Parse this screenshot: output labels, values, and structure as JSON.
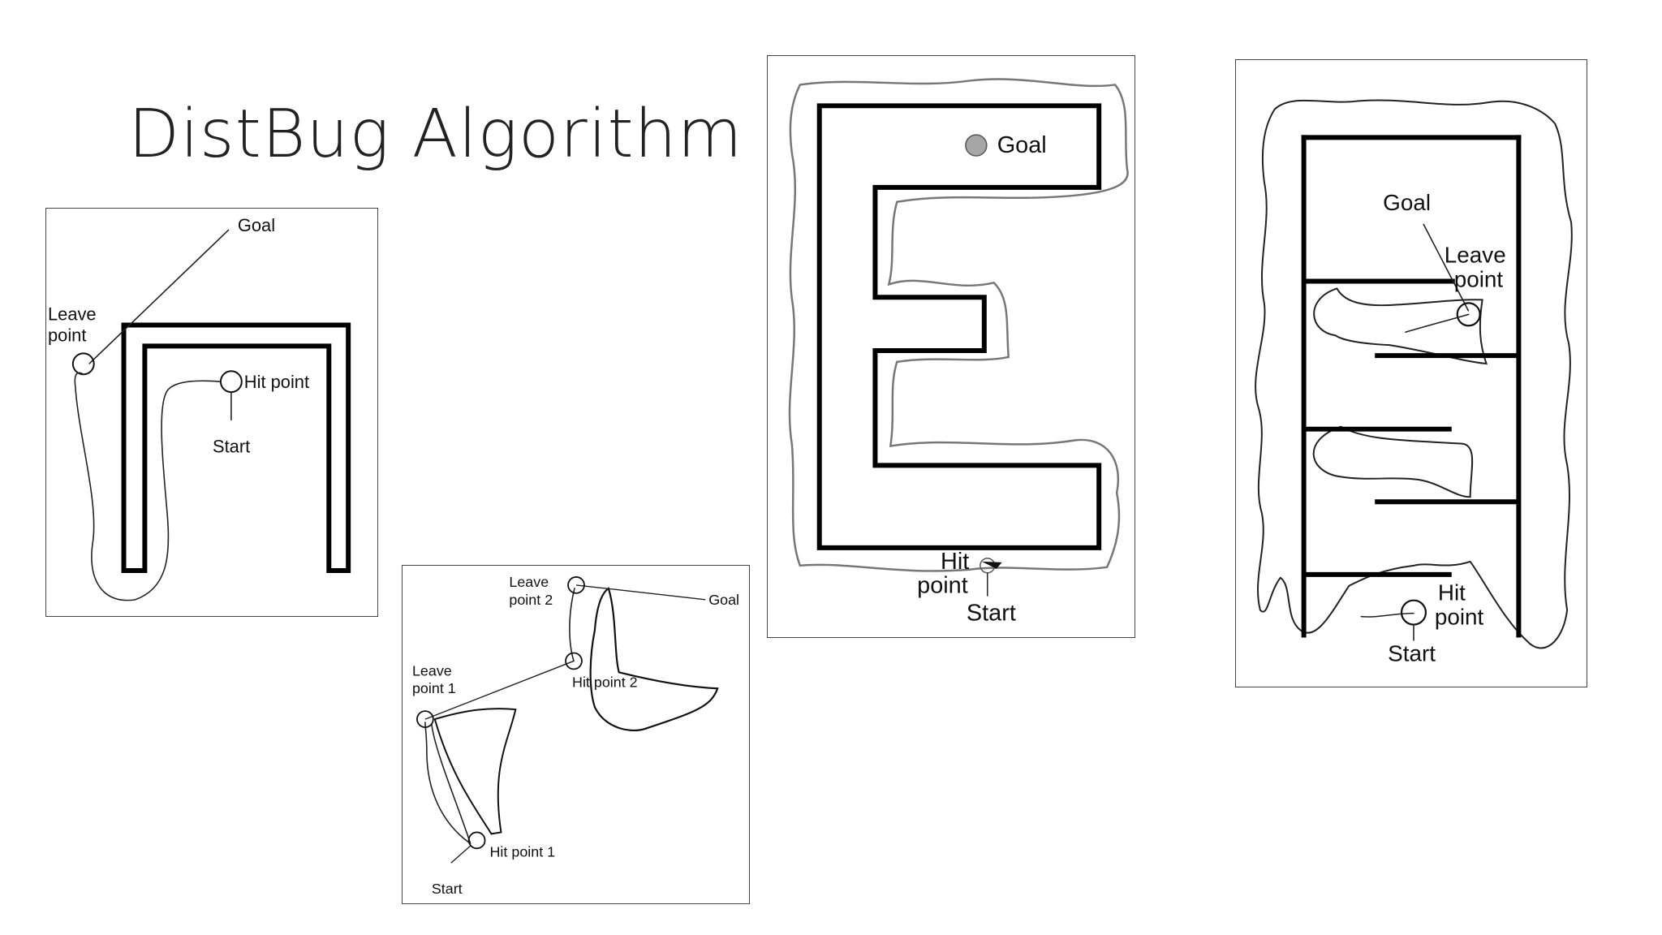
{
  "title": "DistBug Algorithm",
  "panels": {
    "u_obstacle": {
      "goal": "Goal",
      "leave_line1": "Leave",
      "leave_line2": "point",
      "hit": "Hit point",
      "start": "Start"
    },
    "two_obstacles": {
      "leave2_line1": "Leave",
      "leave2_line2": "point 2",
      "goal": "Goal",
      "leave1_line1": "Leave",
      "leave1_line2": "point 1",
      "hit2": "Hit point 2",
      "hit1": "Hit point 1",
      "start": "Start"
    },
    "e_obstacle": {
      "goal": "Goal",
      "hit_line1": "Hit",
      "hit_line2": "point",
      "start": "Start"
    },
    "maze": {
      "goal": "Goal",
      "leave_line1": "Leave",
      "leave_line2": "point",
      "hit_line1": "Hit",
      "hit_line2": "point",
      "start": "Start"
    }
  },
  "colors": {
    "goal_marker": "#a6a6a6",
    "obstacle": "#000000",
    "path": "#222222"
  }
}
